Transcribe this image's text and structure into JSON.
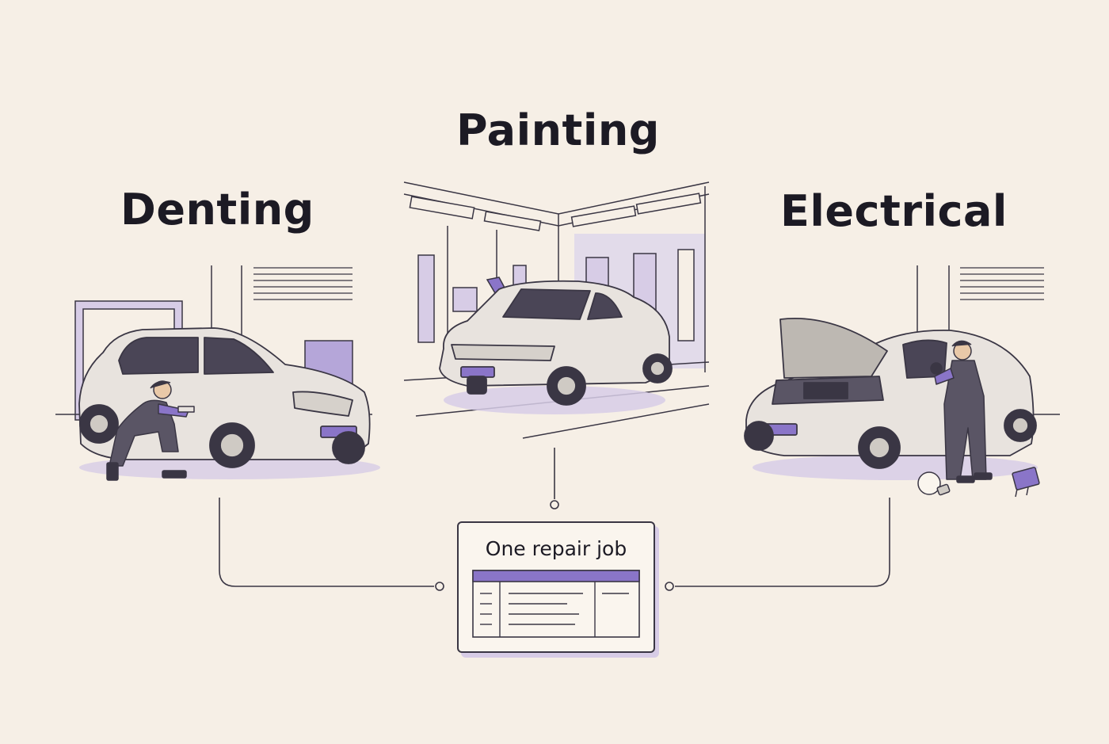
{
  "titles": {
    "denting": "Denting",
    "painting": "Painting",
    "electrical": "Electrical"
  },
  "job_card": {
    "title": "One repair job"
  },
  "colors": {
    "background": "#f6efe6",
    "accent_purple": "#8a75c8",
    "light_purple": "#d7cce6",
    "line": "#3a3644",
    "car_body": "#e8e3de"
  },
  "icons": [
    "mechanic-figure",
    "car-illustration",
    "spray-gun-icon",
    "light-bulb-icon",
    "fuse-icon"
  ]
}
